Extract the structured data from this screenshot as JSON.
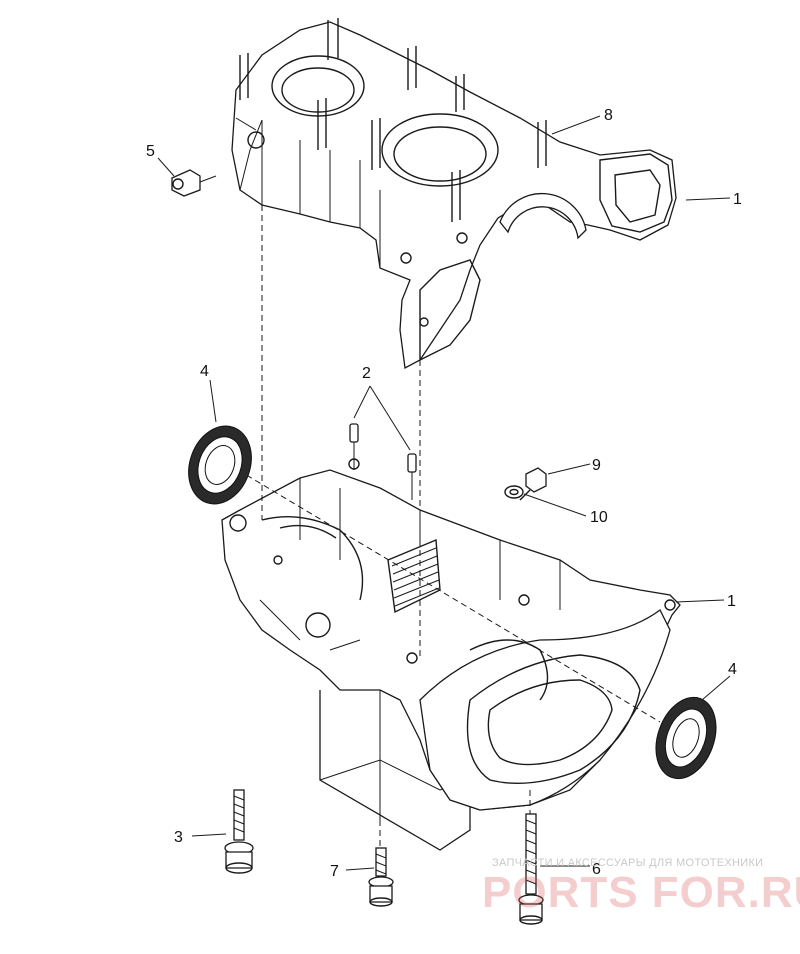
{
  "callouts": [
    {
      "id": "c1-top",
      "label": "1"
    },
    {
      "id": "c1-bottom",
      "label": "1"
    },
    {
      "id": "c2",
      "label": "2"
    },
    {
      "id": "c3",
      "label": "3"
    },
    {
      "id": "c4-left",
      "label": "4"
    },
    {
      "id": "c4-right",
      "label": "4"
    },
    {
      "id": "c5",
      "label": "5"
    },
    {
      "id": "c6",
      "label": "6"
    },
    {
      "id": "c7",
      "label": "7"
    },
    {
      "id": "c8",
      "label": "8"
    },
    {
      "id": "c9",
      "label": "9"
    },
    {
      "id": "c10",
      "label": "10"
    }
  ],
  "watermark": {
    "tagline": "ЗАПЧАСТИ И АКСЕССУАРЫ ДЛЯ МОТОТЕХНИКИ",
    "logo": "PORTS FOR.RU"
  },
  "colors": {
    "line": "#1a1a1a",
    "background": "#ffffff",
    "watermark": "#d65050"
  }
}
